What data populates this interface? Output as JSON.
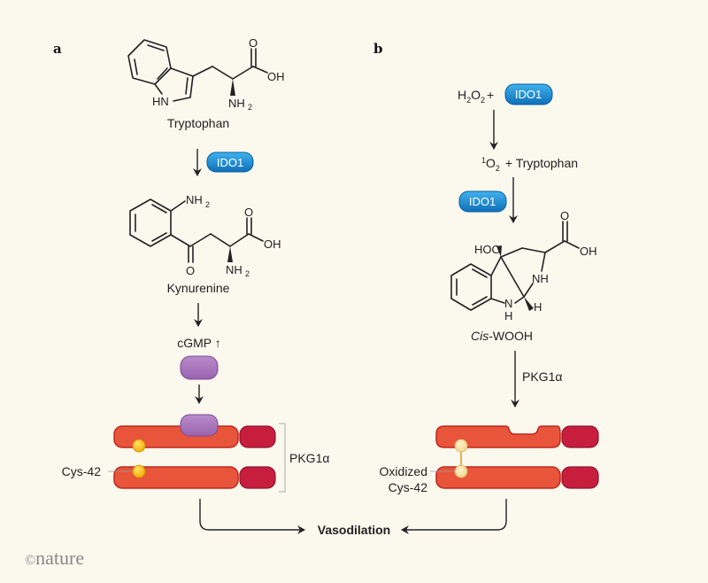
{
  "figure": {
    "colors": {
      "background": "#fbf8ee",
      "ido1_pill": "#1a8fd6",
      "pkg_body": "#e8553a",
      "pkg_head": "#c81e3e",
      "cgmp_protein": "#a675b8",
      "cysteine_reduced": "#f7c21a",
      "cysteine_oxidized": "#f8e1a6"
    },
    "panel_a": {
      "label": "a",
      "tryptophan": {
        "name": "Tryptophan",
        "atoms": {
          "o": "O",
          "oh": "OH",
          "nh2": "NH",
          "nh2_sub": "2",
          "hn": "HN"
        }
      },
      "enzyme": "IDO1",
      "kynurenine": {
        "name": "Kynurenine",
        "atoms": {
          "nh2_top": "NH",
          "nh2_top_sub": "2",
          "o_carbonyl": "O",
          "o": "O",
          "oh": "OH",
          "nh2": "NH",
          "nh2_sub": "2"
        }
      },
      "cgmp": "cGMP ↑",
      "cys_label": "Cys-42",
      "pkg_label": "PKG1α"
    },
    "panel_b": {
      "label": "b",
      "h2o2": {
        "h": "H",
        "sub1": "2",
        "o": "O",
        "sub2": "2",
        "plus": "+"
      },
      "enzyme_top": "IDO1",
      "singlet_oxygen": {
        "sup": "1",
        "o": "O",
        "sub": "2",
        "rest": "+ Tryptophan"
      },
      "enzyme_mid": "IDO1",
      "cis_wooh": {
        "name_italic": "Cis",
        "name_rest": "-WOOH",
        "atoms": {
          "hoo": "HOO",
          "o": "O",
          "oh": "OH",
          "nh": "NH",
          "n": "N",
          "h_bottom": "H",
          "h_stereo": "H"
        }
      },
      "pkg_label": "PKG1α",
      "oxidized_label_line1": "Oxidized",
      "oxidized_label_line2": "Cys-42"
    },
    "outcome": "Vasodilation",
    "credit": {
      "symbol": "©",
      "text": "nature"
    }
  }
}
